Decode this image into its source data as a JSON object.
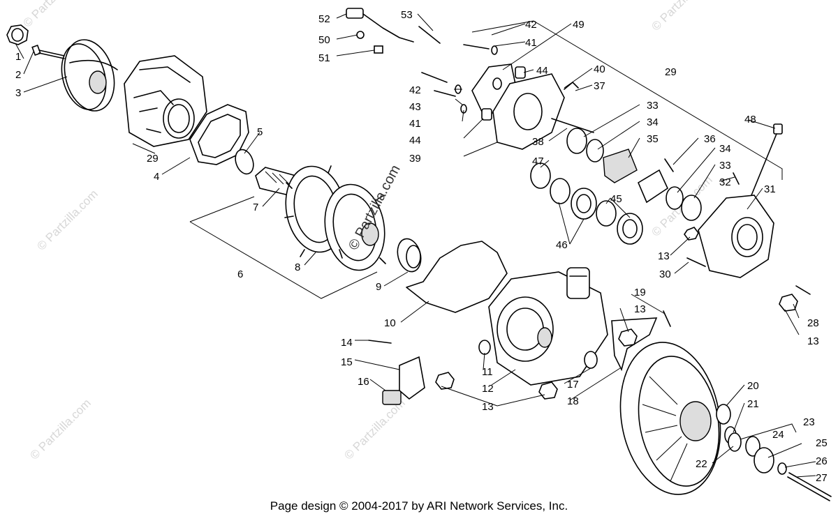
{
  "diagram": {
    "callouts": [
      "1",
      "2",
      "3",
      "29",
      "4",
      "5",
      "7",
      "6",
      "8",
      "9",
      "10",
      "14",
      "15",
      "16",
      "11",
      "12",
      "13",
      "17",
      "18",
      "19",
      "13",
      "28",
      "13",
      "20",
      "21",
      "22",
      "24",
      "23",
      "25",
      "26",
      "27",
      "52",
      "50",
      "51",
      "53",
      "42",
      "41",
      "49",
      "44",
      "40",
      "37",
      "42",
      "43",
      "41",
      "44",
      "39",
      "38",
      "33",
      "34",
      "35",
      "36",
      "47",
      "34",
      "33",
      "32",
      "48",
      "31",
      "45",
      "46",
      "13",
      "30",
      "29"
    ],
    "watermark_main": "© Partzilla.com",
    "watermark_faint": "© Partzilla.com"
  },
  "footer": {
    "text": "Page design © 2004-2017 by ARI Network Services, Inc."
  }
}
